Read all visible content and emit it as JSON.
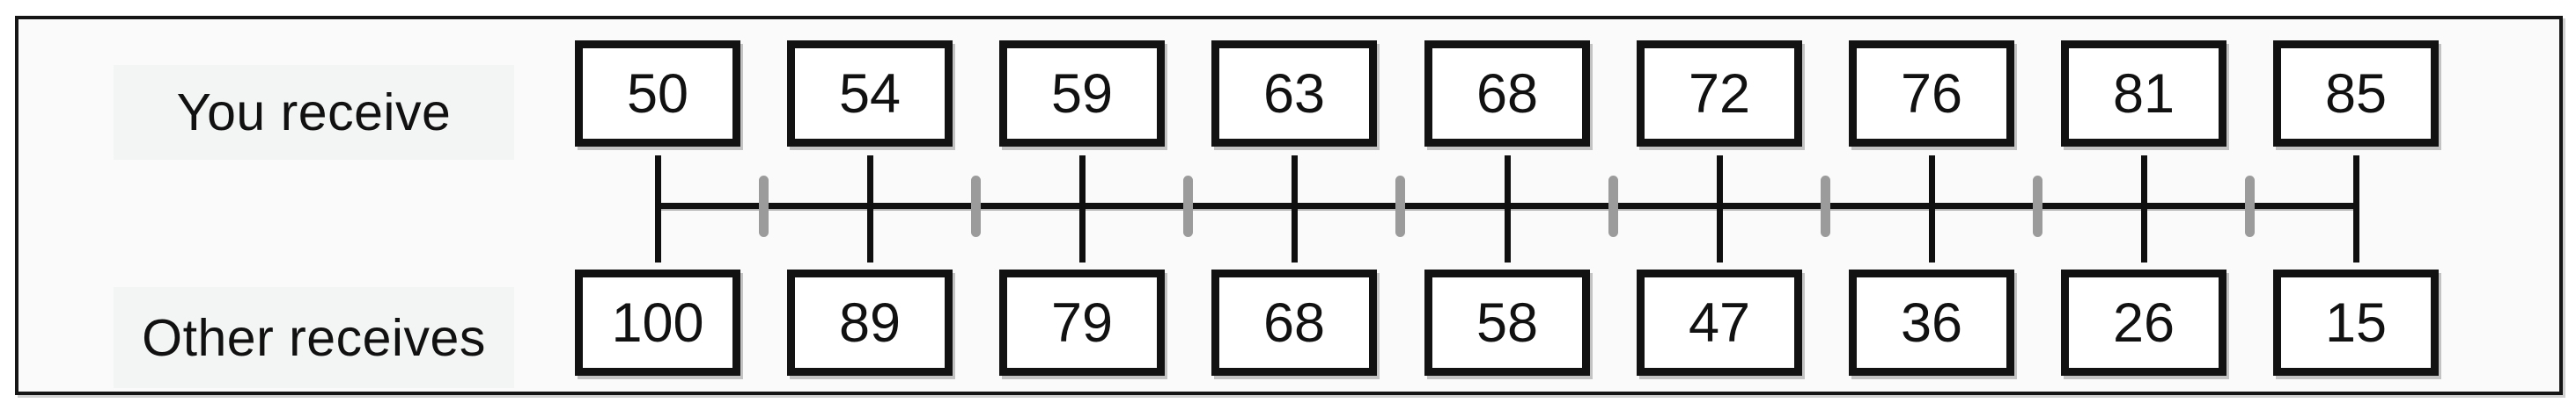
{
  "scale": {
    "top_row_label": "You receive",
    "bottom_row_label": "Other receives",
    "options": [
      {
        "you_receive": "50",
        "other_receives": "100"
      },
      {
        "you_receive": "54",
        "other_receives": "89"
      },
      {
        "you_receive": "59",
        "other_receives": "79"
      },
      {
        "you_receive": "63",
        "other_receives": "68"
      },
      {
        "you_receive": "68",
        "other_receives": "58"
      },
      {
        "you_receive": "72",
        "other_receives": "47"
      },
      {
        "you_receive": "76",
        "other_receives": "36"
      },
      {
        "you_receive": "81",
        "other_receives": "26"
      },
      {
        "you_receive": "85",
        "other_receives": "15"
      }
    ],
    "colors": {
      "panel_background": "#fafafa",
      "label_strip_background": "#f3f4f4",
      "box_border": "#121212",
      "scale_line": "#111111",
      "major_tick": "#0f0f0f",
      "minor_tick": "#9b9b9b",
      "text": "#111111",
      "outer_border": "#161616"
    }
  }
}
